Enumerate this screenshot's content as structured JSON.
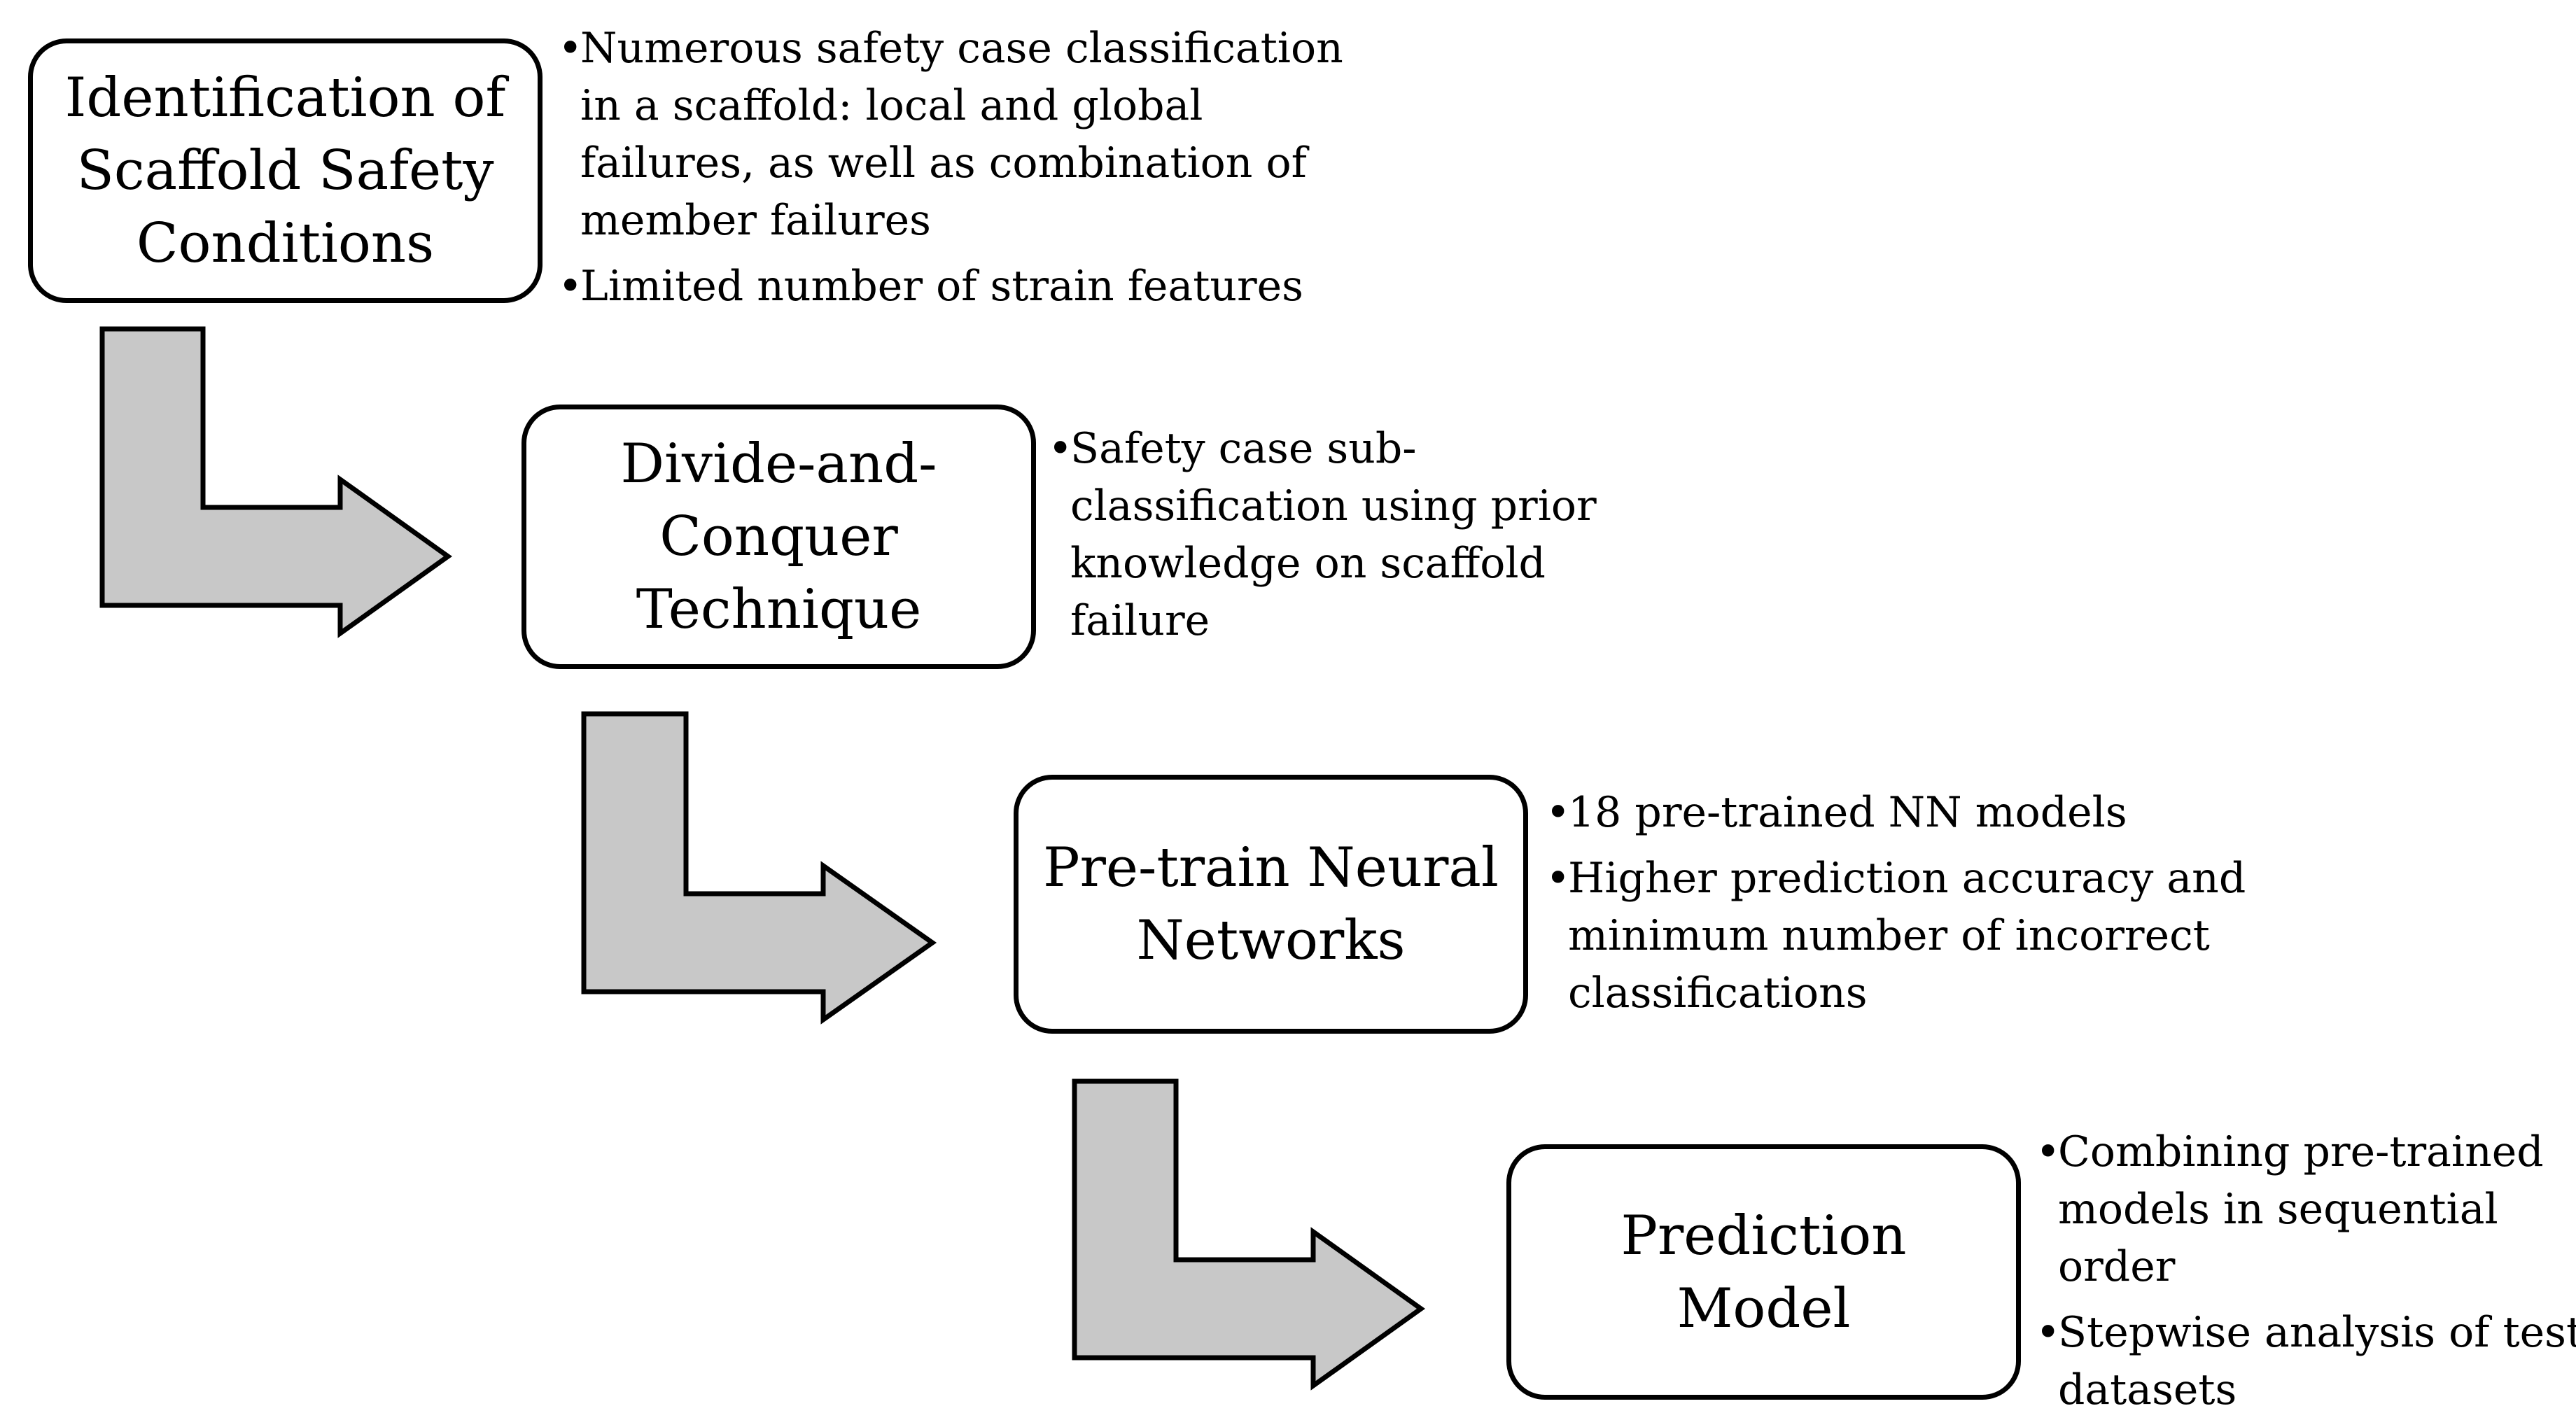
{
  "colors": {
    "arrow_fill": "#c8c8c8",
    "border": "#000000",
    "background": "#ffffff"
  },
  "steps": [
    {
      "title_lines": [
        "Identification of",
        "Scaffold Safety",
        "Conditions"
      ],
      "notes": [
        {
          "lines": [
            "Numerous safety case classification",
            "in a scaffold: local and global",
            "failures, as well as combination of",
            "member failures"
          ]
        },
        {
          "lines": [
            "Limited number of strain features"
          ]
        }
      ]
    },
    {
      "title_lines": [
        "Divide-and-",
        "Conquer",
        "Technique"
      ],
      "notes": [
        {
          "lines": [
            "Safety case sub-",
            "classification using prior",
            "knowledge on scaffold",
            "failure"
          ]
        }
      ]
    },
    {
      "title_lines": [
        "Pre-train Neural",
        "Networks"
      ],
      "notes": [
        {
          "lines": [
            "18 pre-trained NN models"
          ]
        },
        {
          "lines": [
            "Higher prediction accuracy and",
            "minimum number of incorrect",
            "classifications"
          ]
        }
      ]
    },
    {
      "title_lines": [
        "Prediction",
        "Model"
      ],
      "notes": [
        {
          "lines": [
            "Combining pre-trained",
            "models in sequential",
            "order"
          ]
        },
        {
          "lines": [
            "Stepwise analysis of test",
            "datasets"
          ]
        }
      ]
    }
  ]
}
